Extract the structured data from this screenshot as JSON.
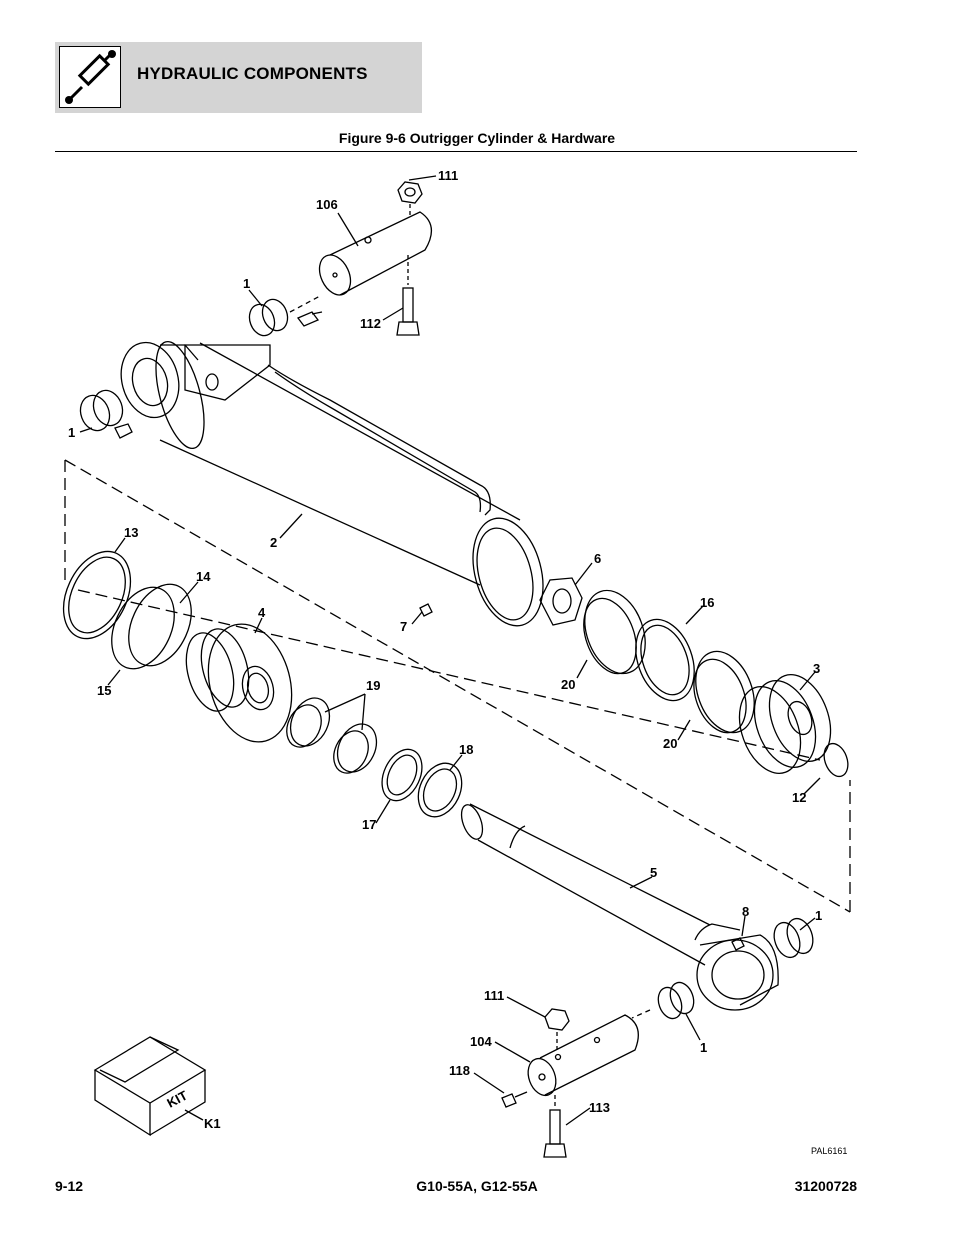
{
  "header": {
    "title": "HYDRAULIC COMPONENTS",
    "icon": "hydraulic-cylinder-icon"
  },
  "figure": {
    "title": "Figure 9-6 Outrigger Cylinder & Hardware",
    "drawing_id": "PAL6161",
    "callouts": {
      "c1_top": "1",
      "c1_left": "1",
      "c1_right": "1",
      "c1_bottom": "1",
      "c2": "2",
      "c3": "3",
      "c4": "4",
      "c5": "5",
      "c6": "6",
      "c7": "7",
      "c8": "8",
      "c12": "12",
      "c13": "13",
      "c14": "14",
      "c15": "15",
      "c16": "16",
      "c17": "17",
      "c18": "18",
      "c19": "19",
      "c20_a": "20",
      "c20_b": "20",
      "c104": "104",
      "c106": "106",
      "c111_top": "111",
      "c111_bottom": "111",
      "c112": "112",
      "c113": "113",
      "c118": "118",
      "ck1": "K1"
    },
    "kit_box_label": "KIT"
  },
  "footer": {
    "page": "9-12",
    "models": "G10-55A, G12-55A",
    "doc_number": "31200728"
  }
}
